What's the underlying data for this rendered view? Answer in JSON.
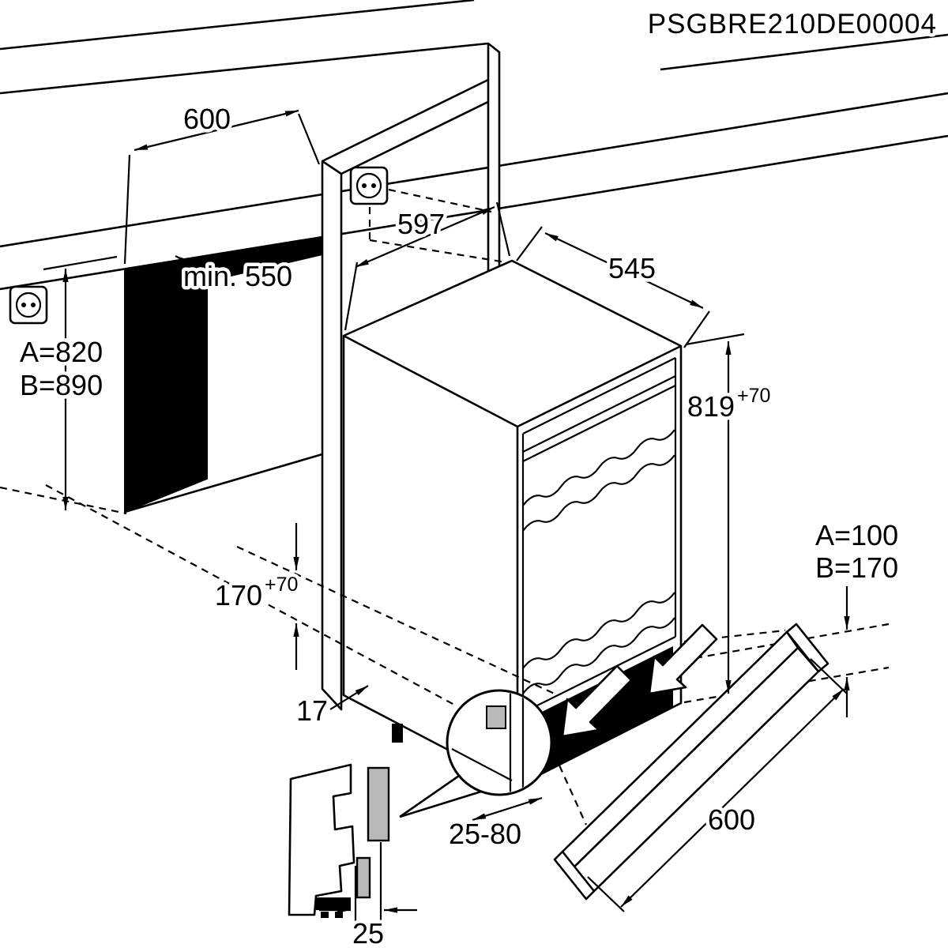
{
  "drawing": {
    "code": "PSGBRE210DE00004",
    "colors": {
      "line": "#000000",
      "background": "#ffffff",
      "recess": "#000000",
      "bracket_gray": "#b9b9b9"
    },
    "icons": {
      "outlet_left": "schuko-socket",
      "outlet_niche": "schuko-socket"
    },
    "dims": {
      "niche_width": "600",
      "niche_depth_min": "min. 550",
      "appliance_width": "597",
      "appliance_depth": "545",
      "niche_height_a": "A=820",
      "niche_height_b": "B=890",
      "appliance_height": "819",
      "appliance_height_tol": "+70",
      "plinth_recess_height": "170",
      "plinth_recess_height_tol": "+70",
      "side_gap": "17",
      "plinth_adjust_range": "25-80",
      "bracket_offset": "25",
      "plinth_length": "600",
      "plinth_clearance_a": "A=100",
      "plinth_clearance_b": "B=170"
    }
  }
}
